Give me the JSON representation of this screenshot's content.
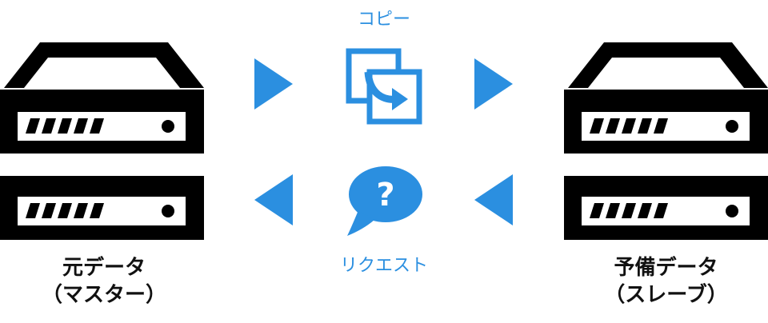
{
  "diagram": {
    "master": {
      "line1": "元データ",
      "line2": "（マスター）"
    },
    "slave": {
      "line1": "予備データ",
      "line2": "（スレーブ）"
    },
    "copy_label": "コピー",
    "request_label": "リクエスト"
  },
  "colors": {
    "accent": "#2b8fe0",
    "server": "#000000"
  },
  "icons": [
    "server-icon",
    "copy-icon",
    "question-bubble-icon",
    "arrow-right-icon",
    "arrow-left-icon"
  ]
}
